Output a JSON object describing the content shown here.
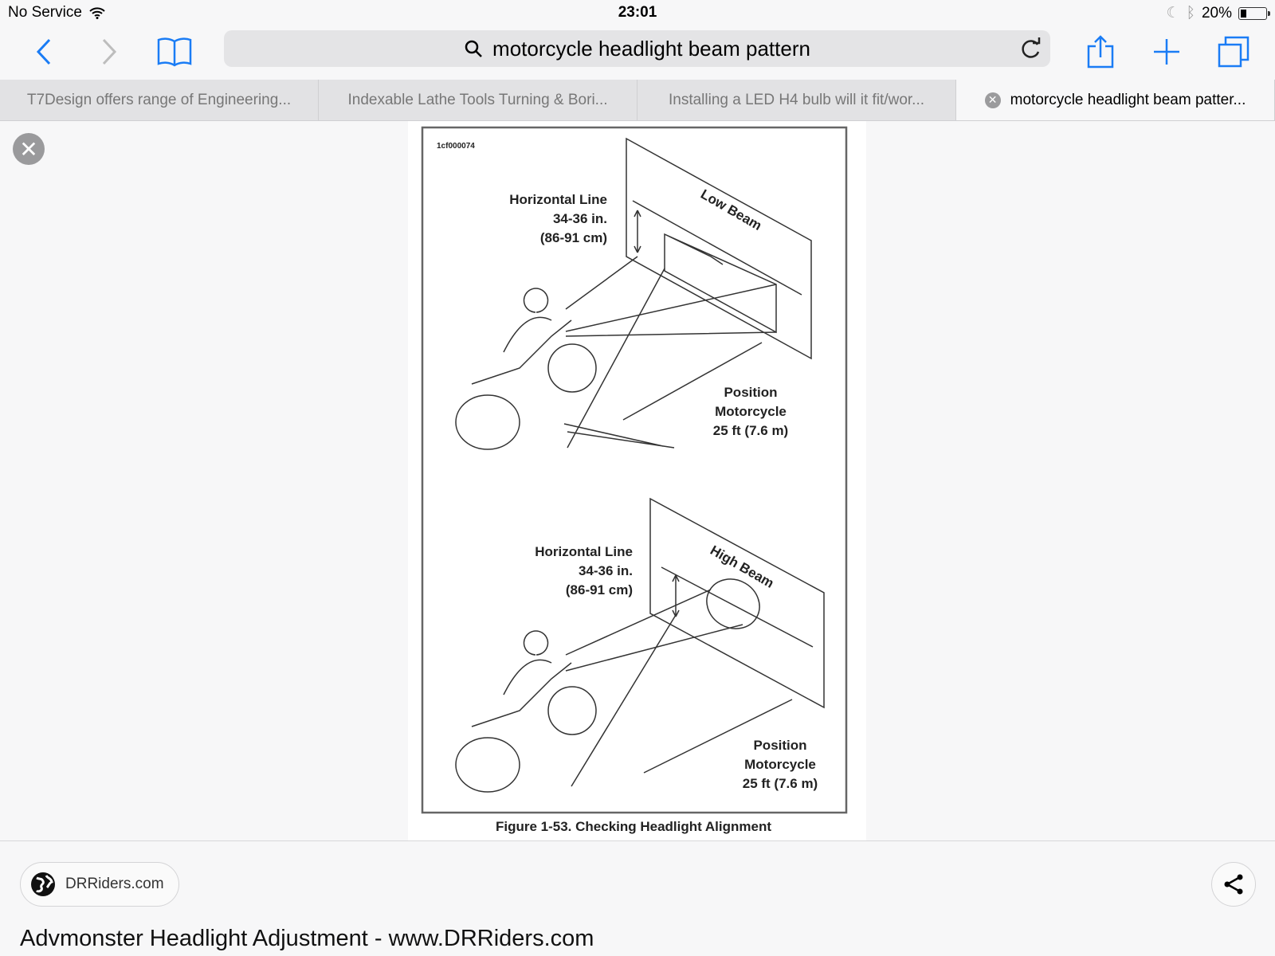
{
  "status": {
    "carrier": "No Service",
    "time": "23:01",
    "battery": "20%",
    "battery_level": 0.2
  },
  "toolbar": {
    "search_query": "motorcycle headlight beam pattern"
  },
  "tabs": [
    {
      "label": "T7Design offers range of Engineering..."
    },
    {
      "label": "Indexable Lathe Tools Turning & Bori..."
    },
    {
      "label": "Installing a LED H4 bulb will it fit/wor..."
    },
    {
      "label": "motorcycle headlight beam patter...",
      "active": true
    }
  ],
  "figure": {
    "code": "1cf000074",
    "top": {
      "line1": "Horizontal Line",
      "line2": "34-36 in.",
      "line3": "(86-91 cm)",
      "beam": "Low Beam",
      "pos1": "Position",
      "pos2": "Motorcycle",
      "pos3": "25 ft (7.6 m)"
    },
    "bottom": {
      "line1": "Horizontal Line",
      "line2": "34-36 in.",
      "line3": "(86-91 cm)",
      "beam": "High Beam",
      "pos1": "Position",
      "pos2": "Motorcycle",
      "pos3": "25 ft (7.6 m)"
    },
    "caption": "Figure 1-53. Checking Headlight Alignment"
  },
  "source": {
    "site": "DRRiders.com"
  },
  "result_title": "Advmonster Headlight Adjustment - www.DRRiders.com"
}
